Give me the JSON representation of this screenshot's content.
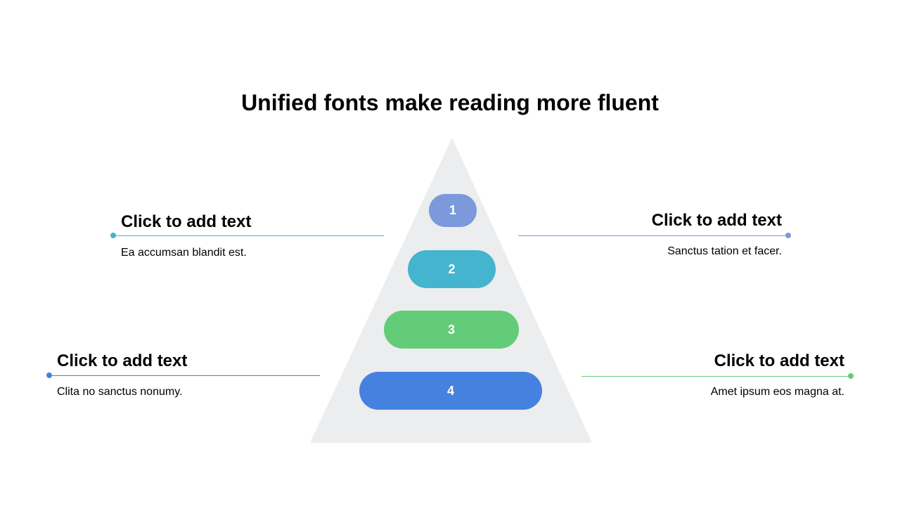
{
  "title": "Unified fonts make reading more fluent",
  "pyramid": {
    "fill": "#ECEDEF",
    "levels": [
      {
        "label": "1",
        "color": "#7B99DB"
      },
      {
        "label": "2",
        "color": "#44B4CF"
      },
      {
        "label": "3",
        "color": "#62CC78"
      },
      {
        "label": "4",
        "color": "#4581DF"
      }
    ]
  },
  "callouts": {
    "top_left": {
      "heading": "Click to add text",
      "text": "Ea accumsan blandit est.",
      "color": "#44B4CF"
    },
    "top_right": {
      "heading": "Click to add text",
      "text": "Sanctus tation et facer.",
      "color": "#7B99DB"
    },
    "bottom_left": {
      "heading": "Click to add text",
      "text": "Clita no sanctus nonumy.",
      "color": "#4581DF"
    },
    "bottom_right": {
      "heading": "Click to add text",
      "text": "Amet ipsum eos magna at.",
      "color": "#62CC78"
    }
  }
}
